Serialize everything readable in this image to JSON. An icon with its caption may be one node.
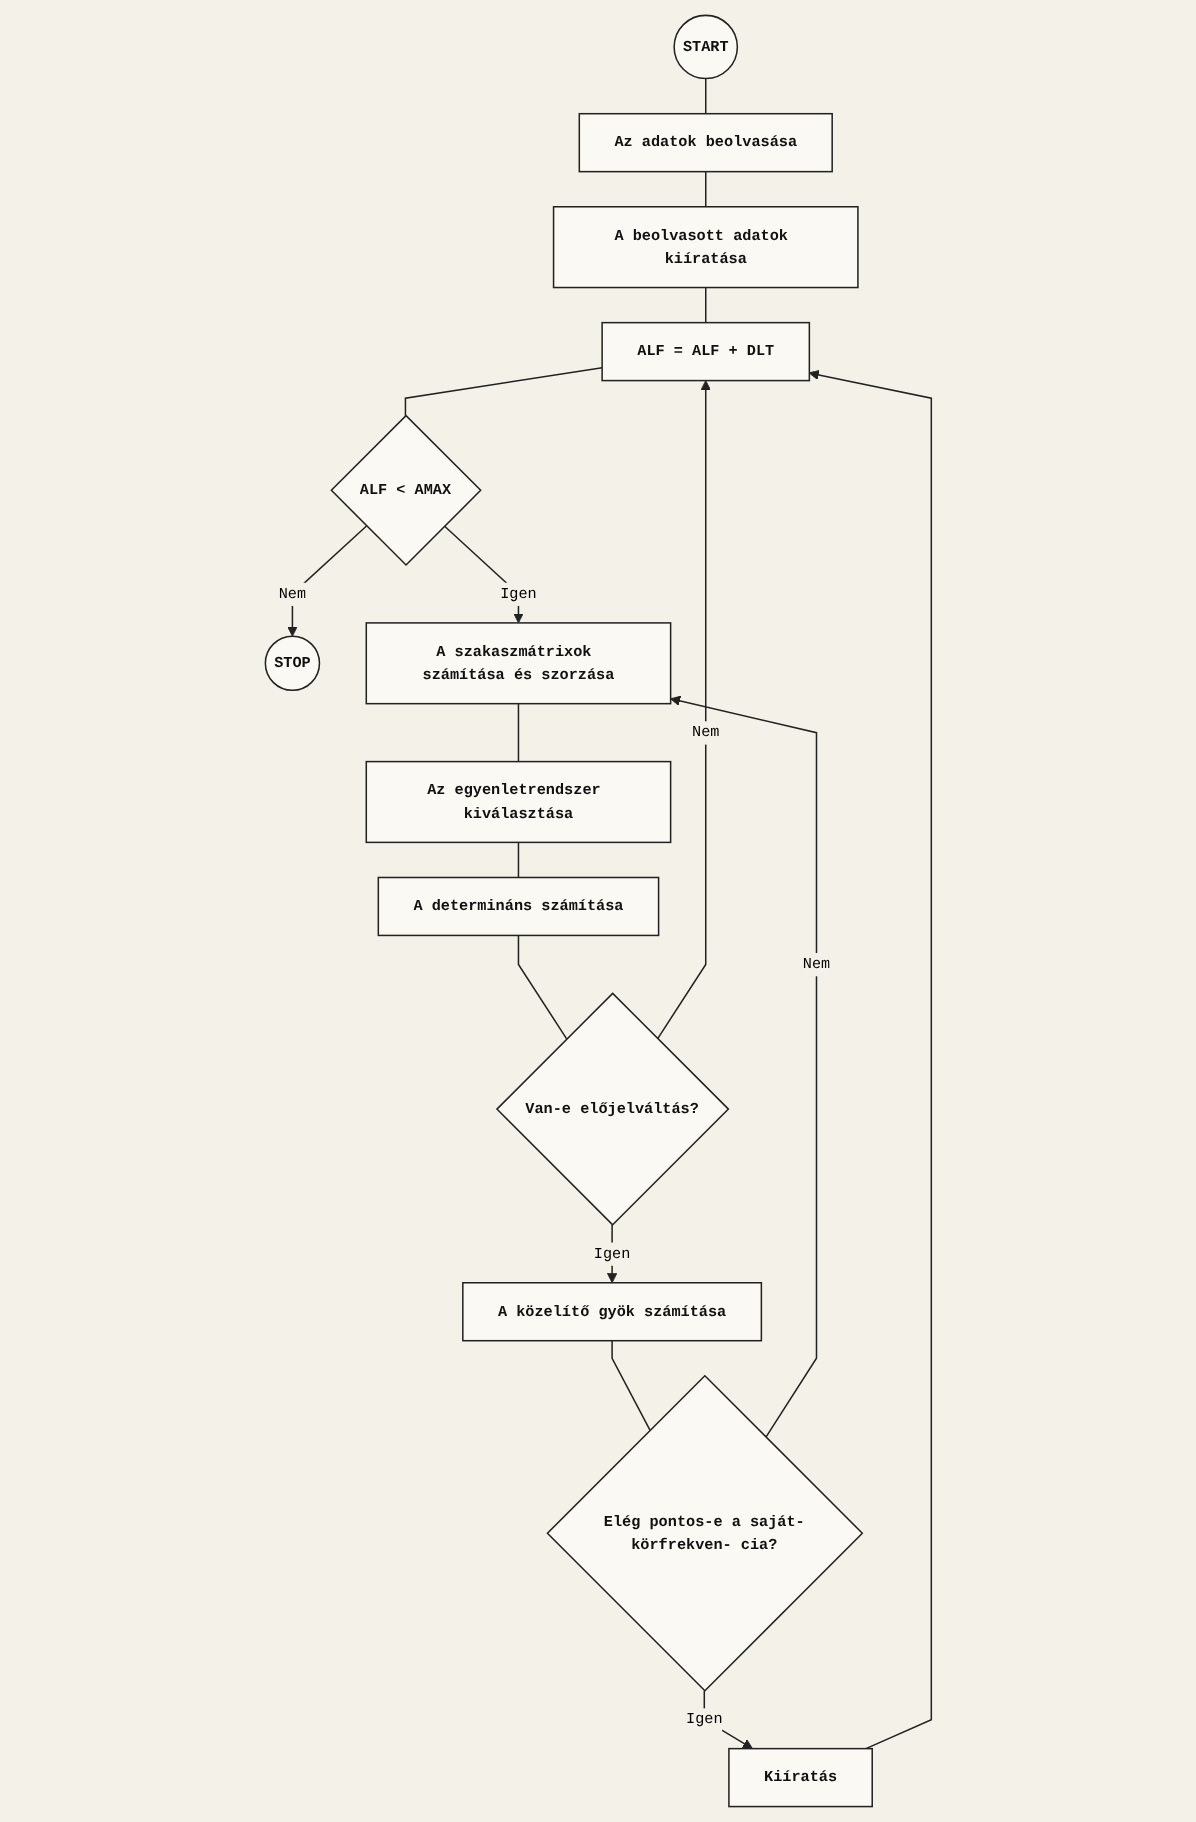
{
  "diagram": {
    "nodes": [
      {
        "text": [
          "START"
        ]
      },
      {
        "text": [
          "Az adatok beolvasása"
        ]
      },
      {
        "text": [
          "A beolvasott adatok kiíratása"
        ]
      },
      {
        "text": [
          "ALF = ALF + DLT"
        ]
      },
      {
        "text": [
          "ALF < AMAX"
        ]
      },
      {
        "text": [
          "STOP"
        ]
      },
      {
        "text": [
          "A szakaszmátrixok számítása és szorzása"
        ]
      },
      {
        "text": [
          "Az egyenletrendszer kiválasztása"
        ]
      },
      {
        "text": [
          "A determináns számítása"
        ]
      },
      {
        "text": [
          "Van-e előjelváltás?"
        ]
      },
      {
        "text": [
          "A közelítő gyök számítása"
        ]
      },
      {
        "text": [
          "Elég pontos-e a saját-körfrekven- cia?"
        ]
      },
      {
        "text": [
          "Kiíratás"
        ]
      }
    ],
    "edges": [
      {
        "from": 0,
        "to": 1,
        "arrow": "none"
      },
      {
        "from": 1,
        "to": 2,
        "arrow": "none"
      },
      {
        "from": 2,
        "to": 3,
        "arrow": "none"
      },
      {
        "from": 3,
        "to": 4,
        "arrow": "none"
      },
      {
        "from": 4,
        "to": 5,
        "arrow": "to",
        "label": "Nem"
      },
      {
        "from": 4,
        "to": 6,
        "arrow": "to",
        "label": "Igen"
      },
      {
        "from": 6,
        "to": 7,
        "arrow": "none"
      },
      {
        "from": 7,
        "to": 8,
        "arrow": "none"
      },
      {
        "from": 8,
        "to": 9,
        "arrow": "none"
      },
      {
        "from": 9,
        "to": 3,
        "arrow": "to",
        "label": "Nem"
      },
      {
        "from": 9,
        "to": 10,
        "arrow": "to",
        "label": "Igen"
      },
      {
        "from": 10,
        "to": 11,
        "arrow": "none"
      },
      {
        "from": 11,
        "to": 6,
        "arrow": "to",
        "label": "Nem"
      },
      {
        "from": 11,
        "to": 12,
        "arrow": "to",
        "label": "Igen"
      },
      {
        "from": 12,
        "to": 3,
        "arrow": "to"
      }
    ]
  }
}
